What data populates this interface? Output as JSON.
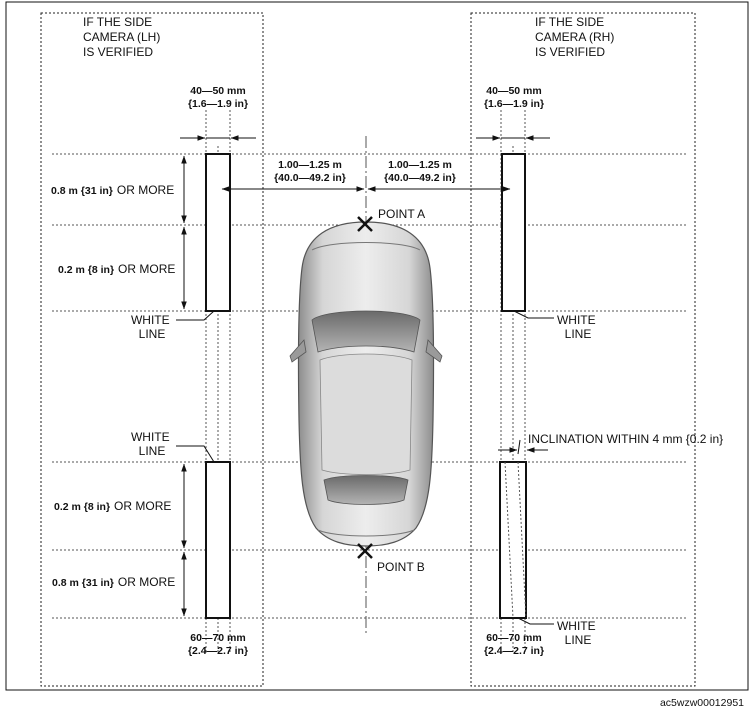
{
  "labels": {
    "lh_side_camera": [
      "IF THE SIDE",
      "CAMERA (LH)",
      "IS VERIFIED"
    ],
    "rh_side_camera": [
      "IF THE SIDE",
      "CAMERA (RH)",
      "IS VERIFIED"
    ],
    "line_width_top_mm": "40—50 mm",
    "line_width_top_in": "{1.6—1.9 in}",
    "line_width_bottom_mm": "60—70 mm",
    "line_width_bottom_in": "{2.4—2.7 in}",
    "lateral_distance_m": "1.00—1.25 m",
    "lateral_distance_in": "{40.0—49.2 in}",
    "dist_08_value": "0.8 m {31 in}",
    "dist_02_value": "0.2 m {8 in}",
    "or_more": "OR MORE",
    "white_line": [
      "WHITE",
      "LINE"
    ],
    "point_a": "POINT A",
    "point_b": "POINT B",
    "inclination": "INCLINATION WITHIN 4 mm {0.2 in}",
    "image_code": "ac5wzw00012951"
  }
}
